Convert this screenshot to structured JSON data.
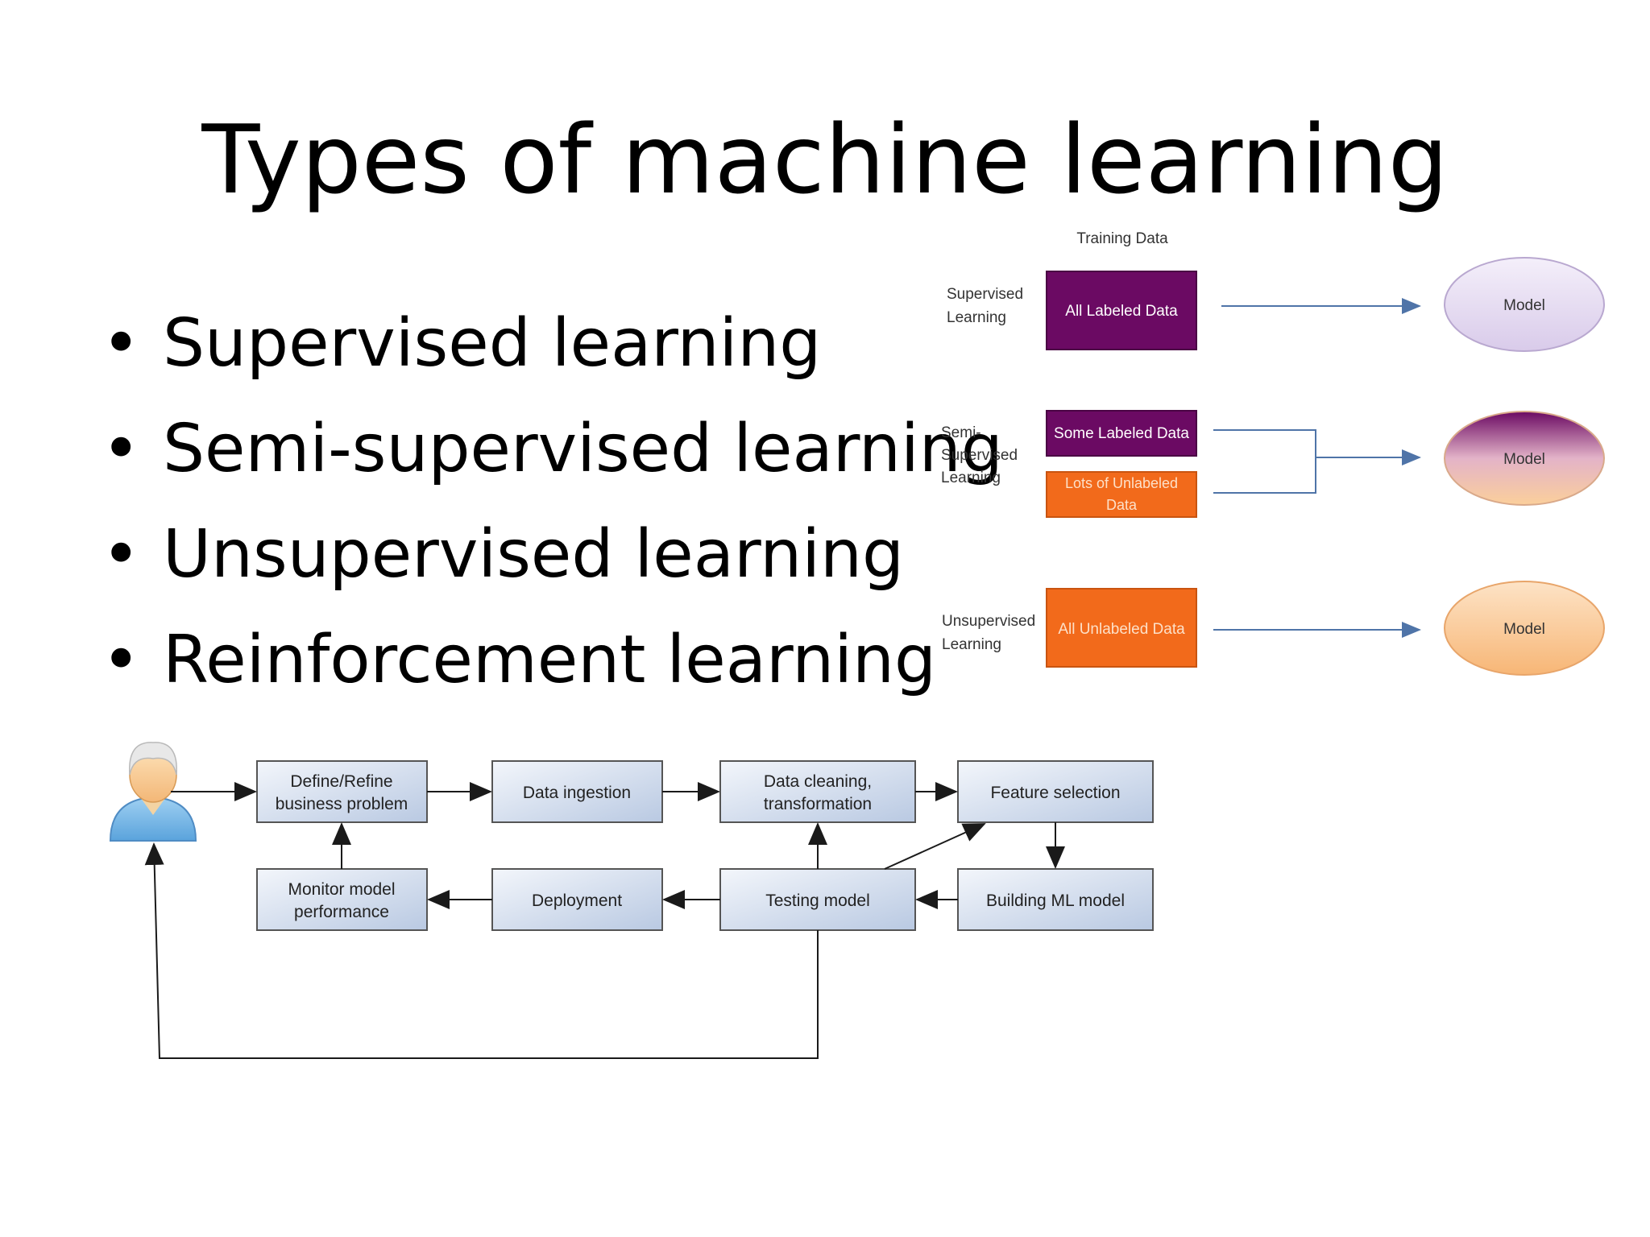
{
  "title": "Types of machine learning",
  "bullets": [
    "Supervised learning",
    "Semi-supervised learning",
    "Unsupervised learning",
    "Reinforcement learning"
  ],
  "training_diagram": {
    "header": "Training Data",
    "rows": {
      "supervised": {
        "label_1": "Supervised",
        "label_2": "Learning",
        "data_box": "All Labeled Data",
        "model": "Model"
      },
      "semi": {
        "label_1": "Semi-",
        "label_2": "Supervised",
        "label_3": "Learning",
        "data_box_1": "Some Labeled Data",
        "data_box_2_line1": "Lots of Unlabeled",
        "data_box_2_line2": "Data",
        "model": "Model"
      },
      "unsupervised": {
        "label_1": "Unsupervised",
        "label_2": "Learning",
        "data_box": "All Unlabeled Data",
        "model": "Model"
      }
    },
    "colors": {
      "purple": "#6b0a63",
      "orange": "#f26a1b",
      "lavender": "#e3d8ee",
      "peach": "#f9c48c"
    }
  },
  "workflow": {
    "define_1": "Define/Refine",
    "define_2": "business problem",
    "ingestion": "Data ingestion",
    "cleaning_1": "Data cleaning,",
    "cleaning_2": "transformation",
    "feature": "Feature selection",
    "building": "Building ML model",
    "testing": "Testing model",
    "deployment": "Deployment",
    "monitor_1": "Monitor model",
    "monitor_2": "performance",
    "user_icon": "user-avatar-icon"
  }
}
